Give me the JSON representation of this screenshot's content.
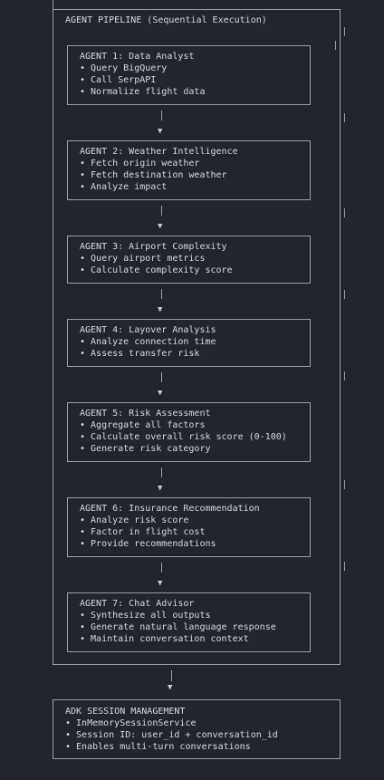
{
  "pipeline": {
    "title": "AGENT PIPELINE (Sequential Execution)",
    "agents": [
      {
        "title": "AGENT 1: Data Analyst",
        "items": [
          "• Query BigQuery",
          "• Call SerpAPI",
          "• Normalize flight data"
        ]
      },
      {
        "title": "AGENT 2: Weather Intelligence",
        "items": [
          "• Fetch origin weather",
          "• Fetch destination weather",
          "• Analyze impact"
        ]
      },
      {
        "title": "AGENT 3: Airport Complexity",
        "items": [
          "• Query airport metrics",
          "• Calculate complexity score"
        ]
      },
      {
        "title": "AGENT 4: Layover Analysis",
        "items": [
          "• Analyze connection time",
          "• Assess transfer risk"
        ]
      },
      {
        "title": "AGENT 5: Risk Assessment",
        "items": [
          "• Aggregate all factors",
          "• Calculate overall risk score (0-100)",
          "• Generate risk category"
        ]
      },
      {
        "title": "AGENT 6: Insurance Recommendation",
        "items": [
          "• Analyze risk score",
          "• Factor in flight cost",
          "• Provide recommendations"
        ]
      },
      {
        "title": "AGENT 7: Chat Advisor",
        "items": [
          "• Synthesize all outputs",
          "• Generate natural language response",
          "• Maintain conversation context"
        ]
      }
    ]
  },
  "session": {
    "title": "ADK SESSION MANAGEMENT",
    "items": [
      "• InMemorySessionService",
      "• Session ID: user_id + conversation_id",
      "• Enables multi-turn conversations"
    ]
  },
  "arrow_glyph": "▼"
}
